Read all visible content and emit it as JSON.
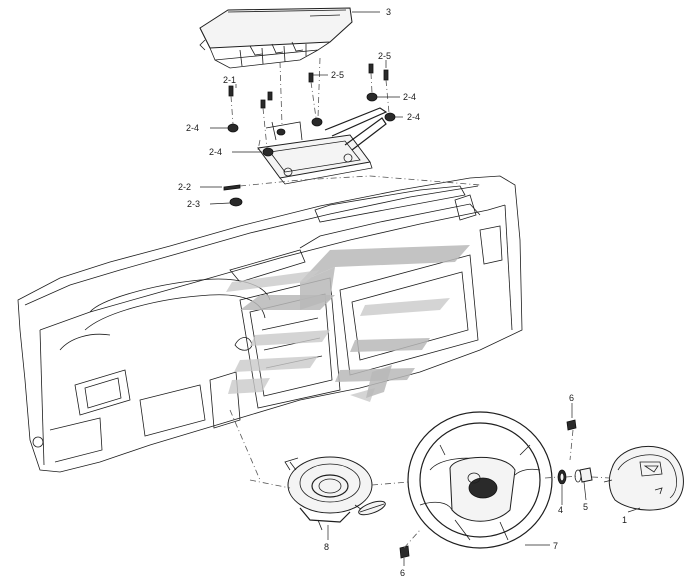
{
  "callouts": {
    "c3": "3",
    "c2_5a": "2-5",
    "c2_5b": "2-5",
    "c2_4a": "2-4",
    "c2_4b": "2-4",
    "c2_4c": "2-4",
    "c2_4d": "2-4",
    "c2_3": "2-3",
    "c2_2": "2-2",
    "c2_1": "2-1",
    "c6a": "6",
    "c6b": "6",
    "c4": "4",
    "c5": "5",
    "c1": "1",
    "c7": "7",
    "c8": "8"
  },
  "colors": {
    "line": "#1e1e1e",
    "watermark": "#b9b9b9",
    "background": "#ffffff"
  }
}
